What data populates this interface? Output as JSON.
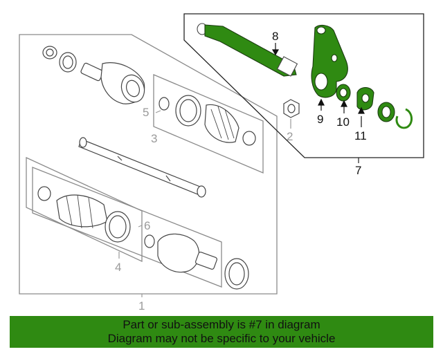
{
  "callouts": {
    "c1": "1",
    "c2": "2",
    "c3": "3",
    "c4": "4",
    "c5": "5",
    "c6": "6",
    "c7": "7",
    "c8": "8",
    "c9": "9",
    "c10": "10",
    "c11": "11"
  },
  "banner": {
    "line1": "Part or sub-assembly is #7 in diagram",
    "line2": "Diagram may not be specific to your vehicle"
  },
  "colors": {
    "highlight": "#2f8a12",
    "line": "#8a8a8a",
    "part_stroke": "#444444"
  }
}
